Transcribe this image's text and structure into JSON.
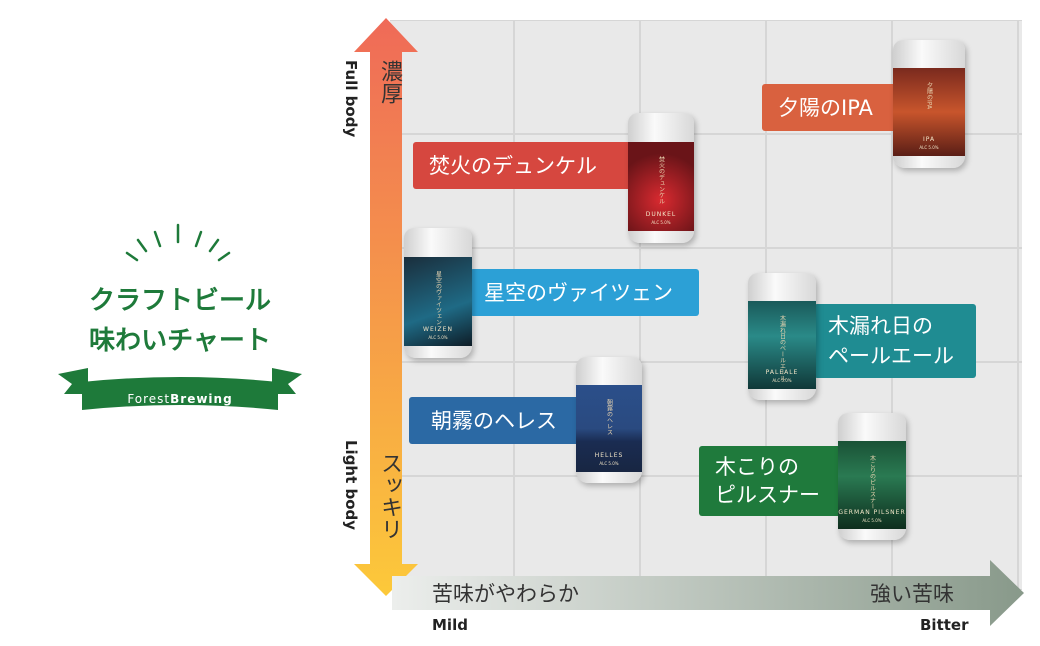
{
  "logo": {
    "title_line1": "クラフトビール",
    "title_line2": "味わいチャート",
    "brand_part1": "Forest",
    "brand_part2": "Brewing",
    "color": "#1e7a3a"
  },
  "axes": {
    "y_top_jp": "濃厚",
    "y_top_en": "Full body",
    "y_bottom_jp": "スッキリ",
    "y_bottom_en": "Light body",
    "x_left_jp": "苦味がやわらか",
    "x_left_en": "Mild",
    "x_right_jp": "強い苦味",
    "x_right_en": "Bitter"
  },
  "beers": [
    {
      "name": "夕陽のIPA",
      "can_label": "IPA",
      "can_jp": "夕陽のIPA",
      "abv": "ALC 5.0%",
      "color": "#d9613f"
    },
    {
      "name": "焚火のデュンケル",
      "can_label": "DUNKEL",
      "can_jp": "焚火のデュンケル",
      "abv": "ALC 5.0%",
      "color": "#d6473f"
    },
    {
      "name": "星空のヴァイツェン",
      "can_label": "WEIZEN",
      "can_jp": "星空のヴァイツェン",
      "abv": "ALC 5.0%",
      "color": "#2ca0d6"
    },
    {
      "name_line1": "木漏れ日の",
      "name_line2": "ペールエール",
      "can_label": "PALEALE",
      "can_jp": "木漏れ日のペールエール",
      "abv": "ALC 5.0%",
      "color": "#1f8c92"
    },
    {
      "name": "朝霧のヘレス",
      "can_label": "HELLES",
      "can_jp": "朝霧のヘレス",
      "abv": "ALC 5.0%",
      "color": "#2b69a4"
    },
    {
      "name_line1": "木こりの",
      "name_line2": "ピルスナー",
      "can_label": "GERMAN PILSNER",
      "can_jp": "木こりのピルスナー",
      "abv": "ALC 5.0%",
      "color": "#1f7a3c"
    }
  ]
}
